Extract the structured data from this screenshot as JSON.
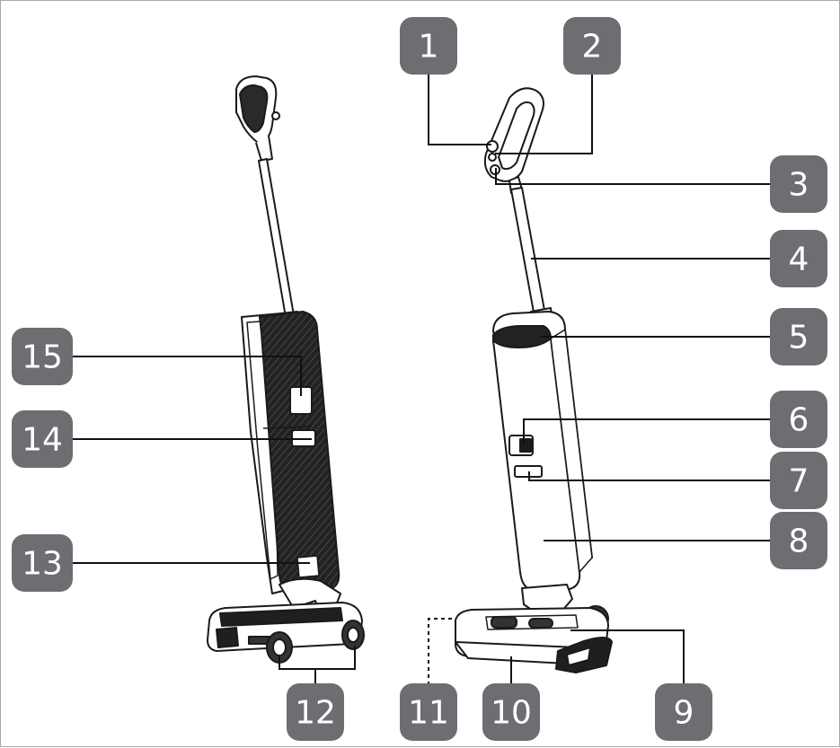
{
  "diagram": {
    "subject": "cordless wet-dry floor vacuum, front and rear views",
    "colors": {
      "badge": "#6d6e71",
      "line": "#111111",
      "outline": "#1a1a1a",
      "fill": "#ffffff"
    },
    "callouts": [
      {
        "id": "1",
        "label": "1"
      },
      {
        "id": "2",
        "label": "2"
      },
      {
        "id": "3",
        "label": "3"
      },
      {
        "id": "4",
        "label": "4"
      },
      {
        "id": "5",
        "label": "5"
      },
      {
        "id": "6",
        "label": "6"
      },
      {
        "id": "7",
        "label": "7"
      },
      {
        "id": "8",
        "label": "8"
      },
      {
        "id": "9",
        "label": "9"
      },
      {
        "id": "10",
        "label": "10"
      },
      {
        "id": "11",
        "label": "11"
      },
      {
        "id": "12",
        "label": "12"
      },
      {
        "id": "13",
        "label": "13"
      },
      {
        "id": "14",
        "label": "14"
      },
      {
        "id": "15",
        "label": "15"
      }
    ]
  }
}
